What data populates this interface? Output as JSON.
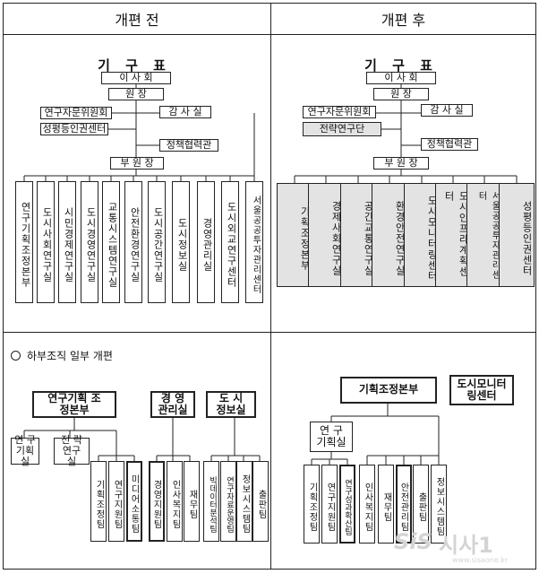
{
  "headers": {
    "before": "개편 전",
    "after": "개편 후"
  },
  "before": {
    "title": "기 구 표",
    "board": "이 사 회",
    "president": "원  장",
    "advisory": "연구자문위원회",
    "audit": "감 사 실",
    "gender_center": "성평등인권센터",
    "policy_coop": "정책협력관",
    "vice": "부 원 장",
    "units": [
      "연구기획조정본부",
      "도시사회연구실",
      "시민경제연구실",
      "도시경영연구실",
      "교통시스템연구실",
      "안전환경연구실",
      "도시공간연구실",
      "도시정보실",
      "경영관리실",
      "도시외교연구센터",
      "서울공공투자관리센터"
    ]
  },
  "after": {
    "title": "기 구 표",
    "board": "이 사 회",
    "president": "원  장",
    "advisory": "연구자문위원회",
    "audit": "감 사 실",
    "strategy": "전략연구단",
    "policy_coop": "정책협력관",
    "vice": "부 원 장",
    "units": [
      "기획조정본부",
      "경제사회연구실",
      "공간교통연구실",
      "환경안전연구실",
      "도시모니터링센터",
      "도시인프라계획센터",
      "서울공공투자관리센터",
      "성평등인권센터"
    ]
  },
  "lower_left": {
    "caption": "하부조직 일부 개편",
    "g1": "연구기획 조정본부",
    "g2": "경 영 관리실",
    "g3": "도  시 정보실",
    "s1": "연  구 기획실",
    "s2": "전  략 연구실",
    "units": [
      "기획조정팀",
      "연구지원팀",
      "미디어소통팀",
      "경영지원팀",
      "인사복지팀",
      "재무팀",
      "빅데이터분석팀",
      "연구자료운영팀",
      "정보시스템팀",
      "출판팀"
    ]
  },
  "lower_right": {
    "g1": "기획조정본부",
    "g2": "도시모니터링센터",
    "s1": "연  구 기획실",
    "units": [
      "기획조정팀",
      "연구지원팀",
      "연구성과확산팀",
      "인사복지팀",
      "재무팀",
      "안전관리팀",
      "출판팀",
      "정보시스템팀"
    ]
  },
  "watermark": {
    "brand": "시사1",
    "logo": "SiS",
    "url": "www.sisaone.kr"
  }
}
